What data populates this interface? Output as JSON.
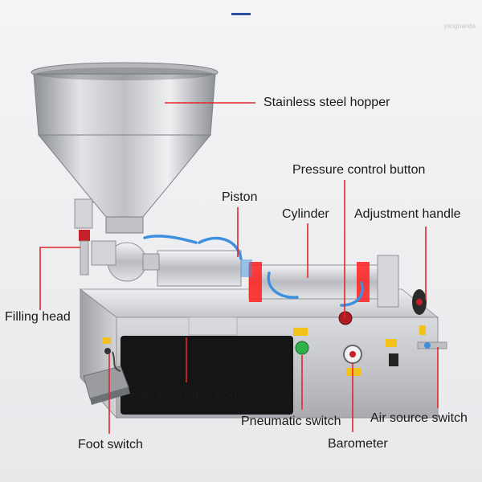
{
  "watermark": "yangnanda",
  "labels": {
    "hopper": "Stainless steel hopper",
    "pressure_button": "Pressure control button",
    "piston": "Piston",
    "cylinder": "Cylinder",
    "adjustment_handle": "Adjustment handle",
    "filling_head": "Filling head",
    "body": "Stainless steel body",
    "pneumatic_switch": "Pneumatic switch",
    "air_source_switch": "Air source switch",
    "barometer": "Barometer",
    "foot_switch": "Foot switch"
  },
  "colors": {
    "leader_line": "#e0262a",
    "steel_light": "#e2e3e6",
    "steel_dark": "#8c8f95",
    "hose": "#3d8fe0",
    "switch_green": "#2fb24a",
    "knob_red": "#c8202a",
    "window_dark": "#151515",
    "warning_yellow": "#f3c21a"
  }
}
